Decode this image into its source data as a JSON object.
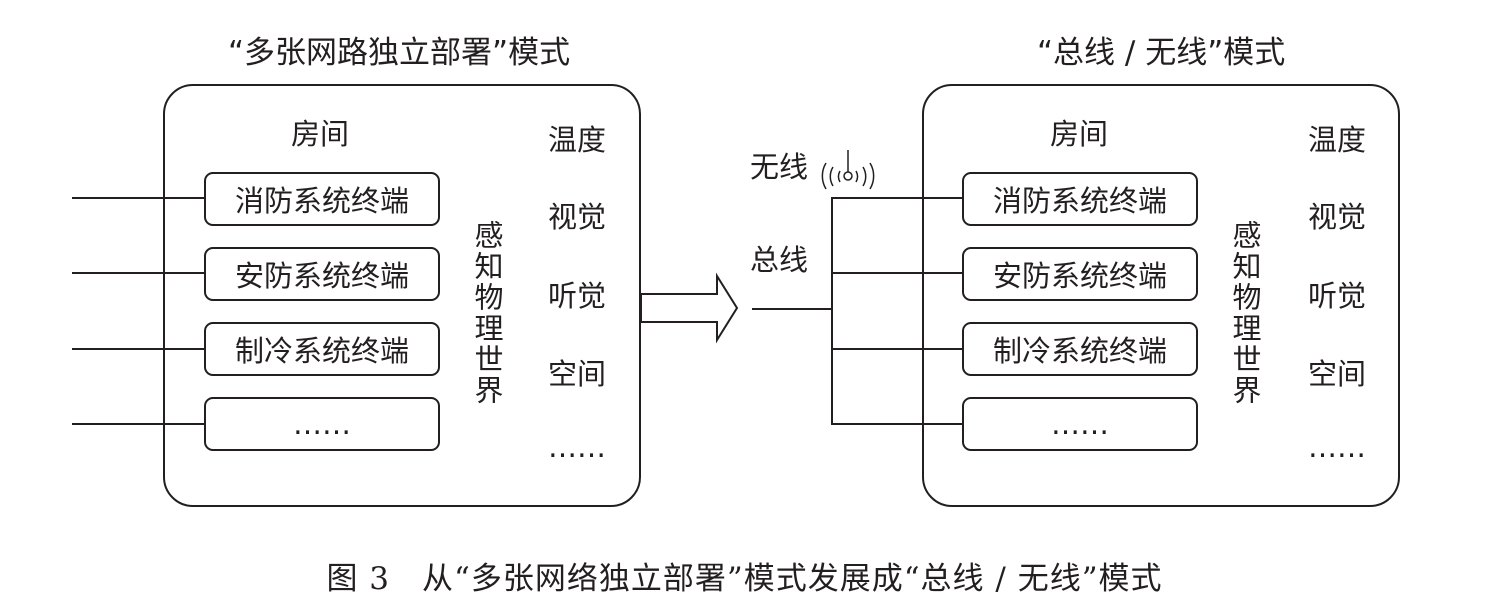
{
  "left_panel": {
    "title": "“多张网路独立部署”模式",
    "room_label": "房间",
    "terminals": [
      "消防系统终端",
      "安防系统终端",
      "制冷系统终端",
      "……"
    ],
    "perception_label": "感知物理世界",
    "senses": [
      "温度",
      "视觉",
      "听觉",
      "空间",
      "……"
    ]
  },
  "right_panel": {
    "title": "“总线 / 无线”模式",
    "room_label": "房间",
    "terminals": [
      "消防系统终端",
      "安防系统终端",
      "制冷系统终端",
      "……"
    ],
    "perception_label": "感知物理世界",
    "senses": [
      "温度",
      "视觉",
      "听觉",
      "空间",
      "……"
    ]
  },
  "connectors": {
    "wireless_label": "无线",
    "bus_label": "总线"
  },
  "caption": "图 3　从“多张网络独立部署”模式发展成“总线 / 无线”模式"
}
